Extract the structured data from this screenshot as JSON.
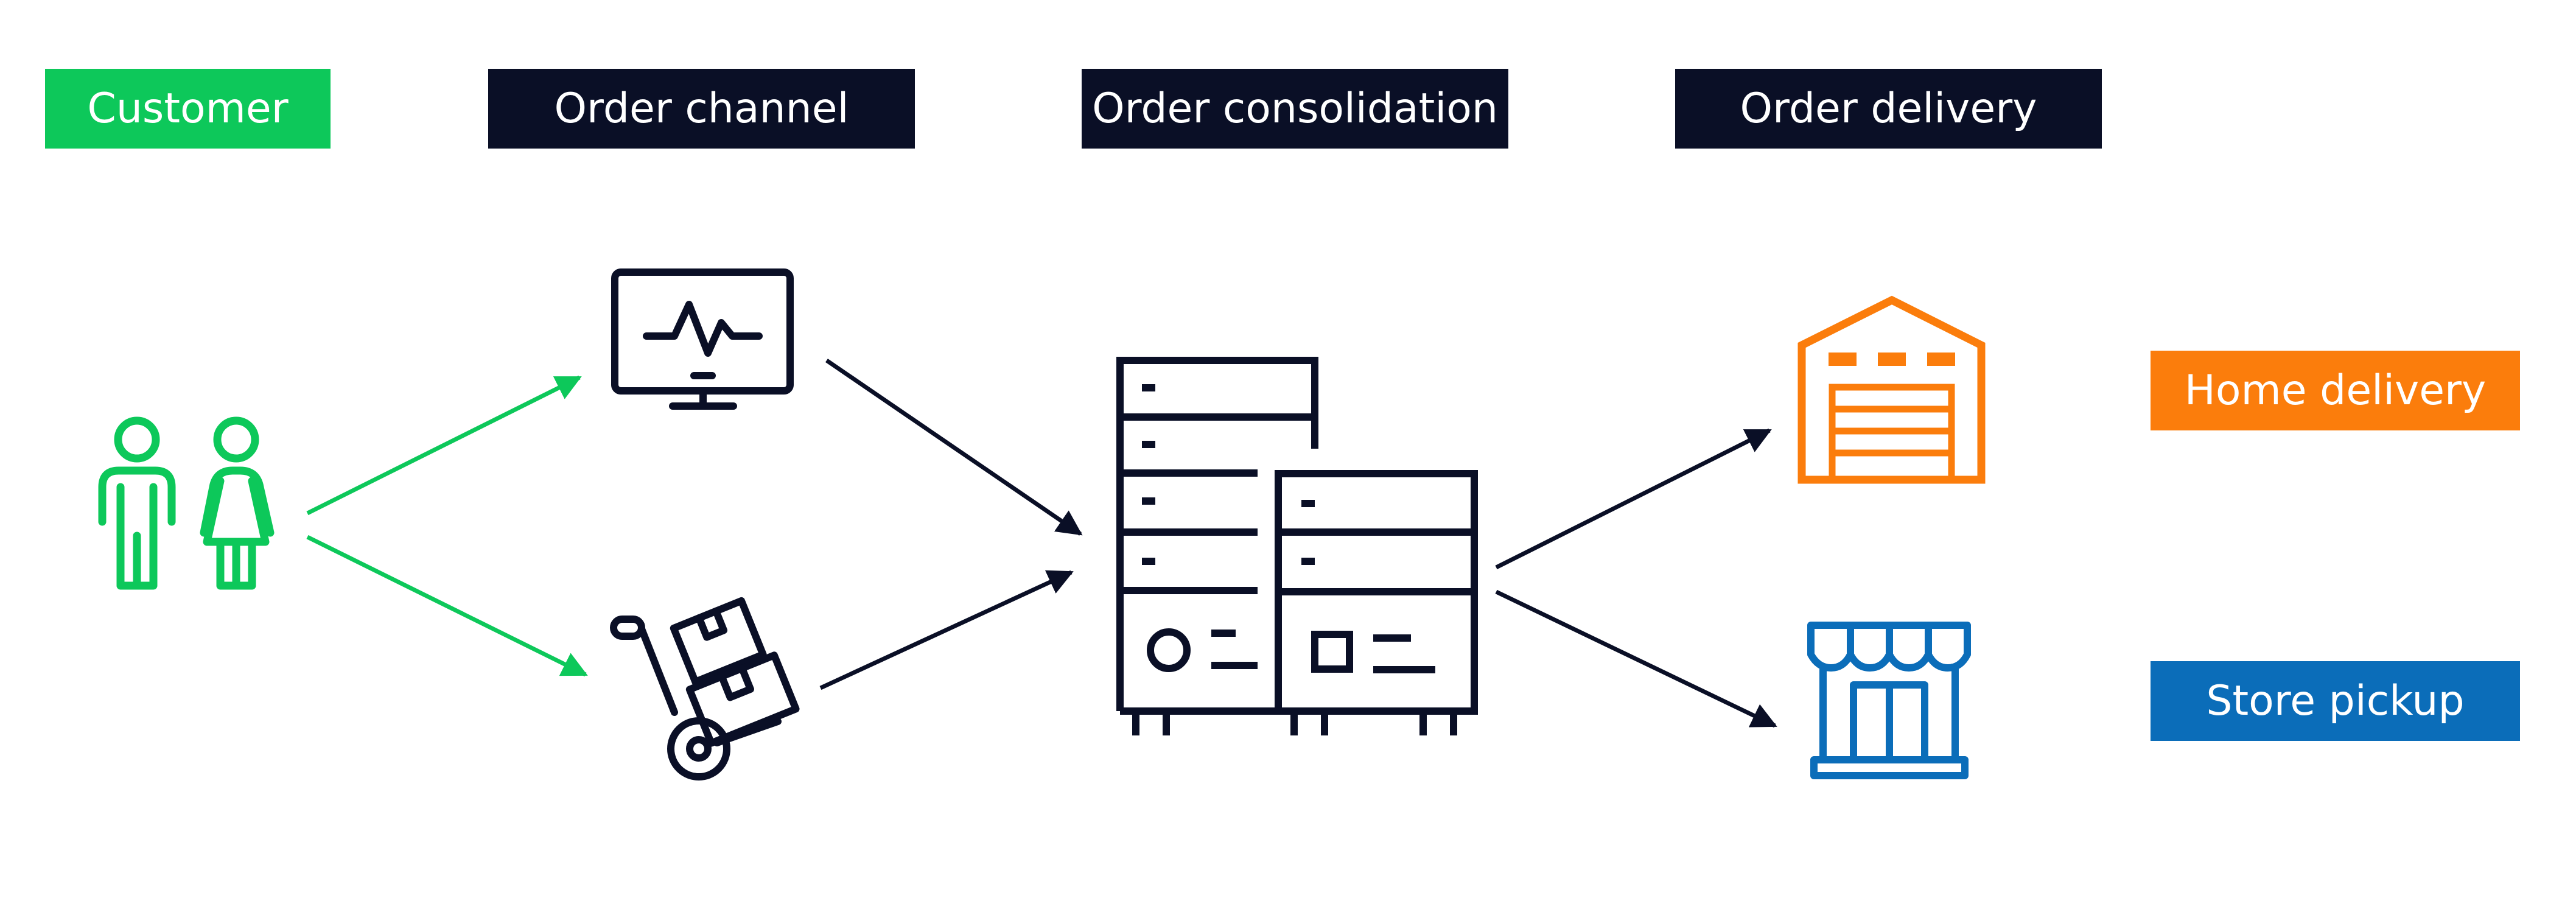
{
  "headers": {
    "customer": "Customer",
    "order_channel": "Order channel",
    "order_consolidation": "Order consolidation",
    "order_delivery": "Order delivery"
  },
  "outcomes": {
    "home_delivery": "Home delivery",
    "store_pickup": "Store pickup"
  },
  "icons": {
    "customers": "people-icon",
    "online_channel": "computer-monitor-icon",
    "physical_channel": "hand-truck-boxes-icon",
    "consolidation": "server-racks-icon",
    "home_delivery": "warehouse-icon",
    "store_pickup": "storefront-icon"
  },
  "colors": {
    "customer_green": "#0dc85a",
    "navy": "#0a0f26",
    "orange": "#fb7d0c",
    "blue": "#0b6db9",
    "text_on_label": "#ffffff"
  }
}
